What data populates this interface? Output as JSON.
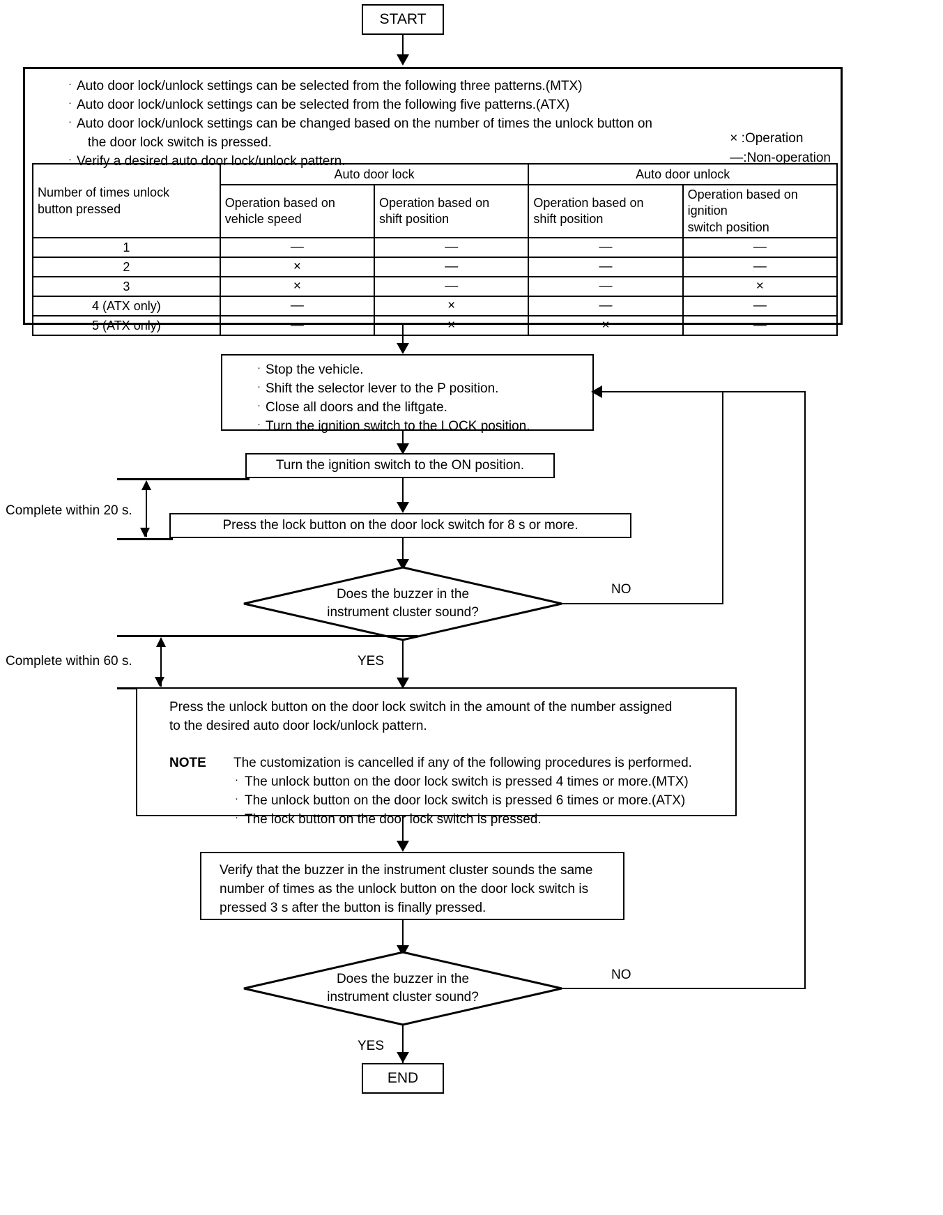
{
  "flow": {
    "start_label": "START",
    "end_label": "END",
    "yes_label": "YES",
    "no_label": "NO"
  },
  "intro": {
    "bullets": [
      "Auto door lock/unlock settings can be selected from the following three patterns.(MTX)",
      "Auto door lock/unlock settings can be selected from the following five patterns.(ATX)",
      "Auto door lock/unlock settings can be changed based on the number of times the unlock button on\n   the door lock switch is pressed.",
      "Verify a desired auto door lock/unlock pattern."
    ],
    "legend": [
      "× :Operation",
      "—:Non-operation"
    ]
  },
  "table": {
    "row_header": "Number of times unlock\nbutton pressed",
    "group_headers": [
      "Auto door lock",
      "Auto door unlock"
    ],
    "sub_headers": [
      "Operation based on\nvehicle speed",
      "Operation based on\nshift position",
      "Operation based on\nshift position",
      "Operation based on ignition\nswitch position"
    ],
    "rows": [
      {
        "label": "1",
        "cells": [
          "—",
          "—",
          "—",
          "—"
        ]
      },
      {
        "label": "2",
        "cells": [
          "×",
          "—",
          "—",
          "—"
        ]
      },
      {
        "label": "3",
        "cells": [
          "×",
          "—",
          "—",
          "×"
        ]
      },
      {
        "label": "4 (ATX only)",
        "cells": [
          "—",
          "×",
          "—",
          "—"
        ]
      },
      {
        "label": "5 (ATX only)",
        "cells": [
          "—",
          "×",
          "×",
          "—"
        ]
      }
    ]
  },
  "steps": {
    "prepare": [
      "Stop the vehicle.",
      "Shift the selector lever to the P position.",
      "Close all doors and the liftgate.",
      "Turn the ignition switch to the LOCK position."
    ],
    "ignition_on": "Turn the ignition switch to the ON position.",
    "press_lock": "Press the lock button on the door lock switch for 8 s or more.",
    "press_unlock": "Press the unlock button on the door lock switch in the amount of the number assigned\nto the desired auto door lock/unlock pattern.",
    "note_label": "NOTE",
    "note_intro": "The customization is cancelled if any of the following procedures is performed.",
    "note_bullets": [
      "The unlock button on the door lock switch is pressed 4 times or more.(MTX)",
      "The unlock button on the door lock switch is pressed 6 times or more.(ATX)",
      "The lock button on the door lock switch is pressed."
    ],
    "verify_buzzer": "Verify that the buzzer in the instrument cluster sounds the same\nnumber of times as the unlock button on the door lock switch is\npressed 3 s after the button is finally pressed."
  },
  "decisions": {
    "buzzer_1_line1": "Does the buzzer in the",
    "buzzer_1_line2": "instrument cluster sound?",
    "buzzer_2_line1": "Does the buzzer in the",
    "buzzer_2_line2": "instrument cluster sound?"
  },
  "timers": {
    "within_20": "Complete within 20 s.",
    "within_60": "Complete within 60 s."
  }
}
